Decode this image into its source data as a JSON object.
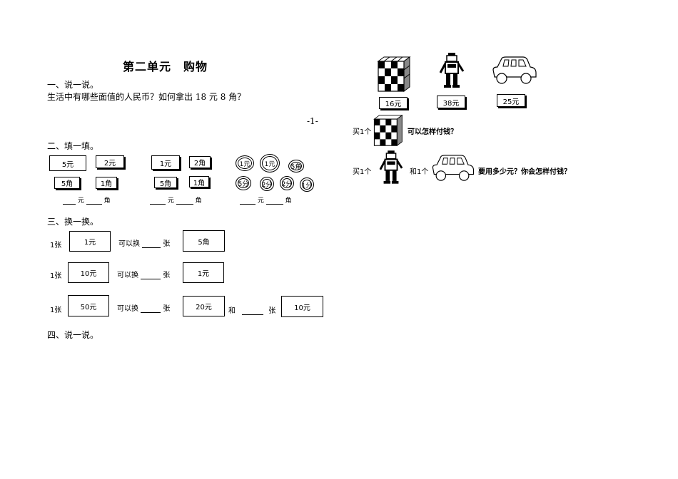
{
  "title": "第二单元　购物",
  "page_number": "-1-",
  "sections": {
    "s1": {
      "heading": "一、说一说。",
      "question": "生活中有哪些面值的人民币？如何拿出 18 元 8 角？"
    },
    "s2": {
      "heading": "二、填一填。",
      "group1": {
        "notes": [
          "5元",
          "2元",
          "5角",
          "1角"
        ]
      },
      "group2": {
        "notes": [
          "1元",
          "2角",
          "5角",
          "1角"
        ]
      },
      "group3": {
        "coins": [
          "1元",
          "1元",
          "5角",
          "5分",
          "2分",
          "2分",
          "1分"
        ]
      },
      "unit_yuan": "元",
      "unit_jiao": "角"
    },
    "s3": {
      "heading": "三、换一换。",
      "one_note": "1张",
      "can_exchange": "可以换",
      "zhang": "张",
      "and": "和",
      "rows": [
        {
          "from": "1元",
          "to": "5角"
        },
        {
          "from": "10元",
          "to": "1元"
        },
        {
          "from": "50元",
          "to": "20元",
          "to2": "10元"
        }
      ]
    },
    "s4": {
      "heading": "四、说一说。"
    }
  },
  "shop": {
    "prices": [
      "16元",
      "38元",
      "25元"
    ],
    "q1_prefix": "买1个",
    "q1_suffix": "可以怎样付钱？",
    "q2_prefix": "买1个",
    "q2_and": "和1个",
    "q2_suffix": "要用多少元？你会怎样付钱？"
  }
}
